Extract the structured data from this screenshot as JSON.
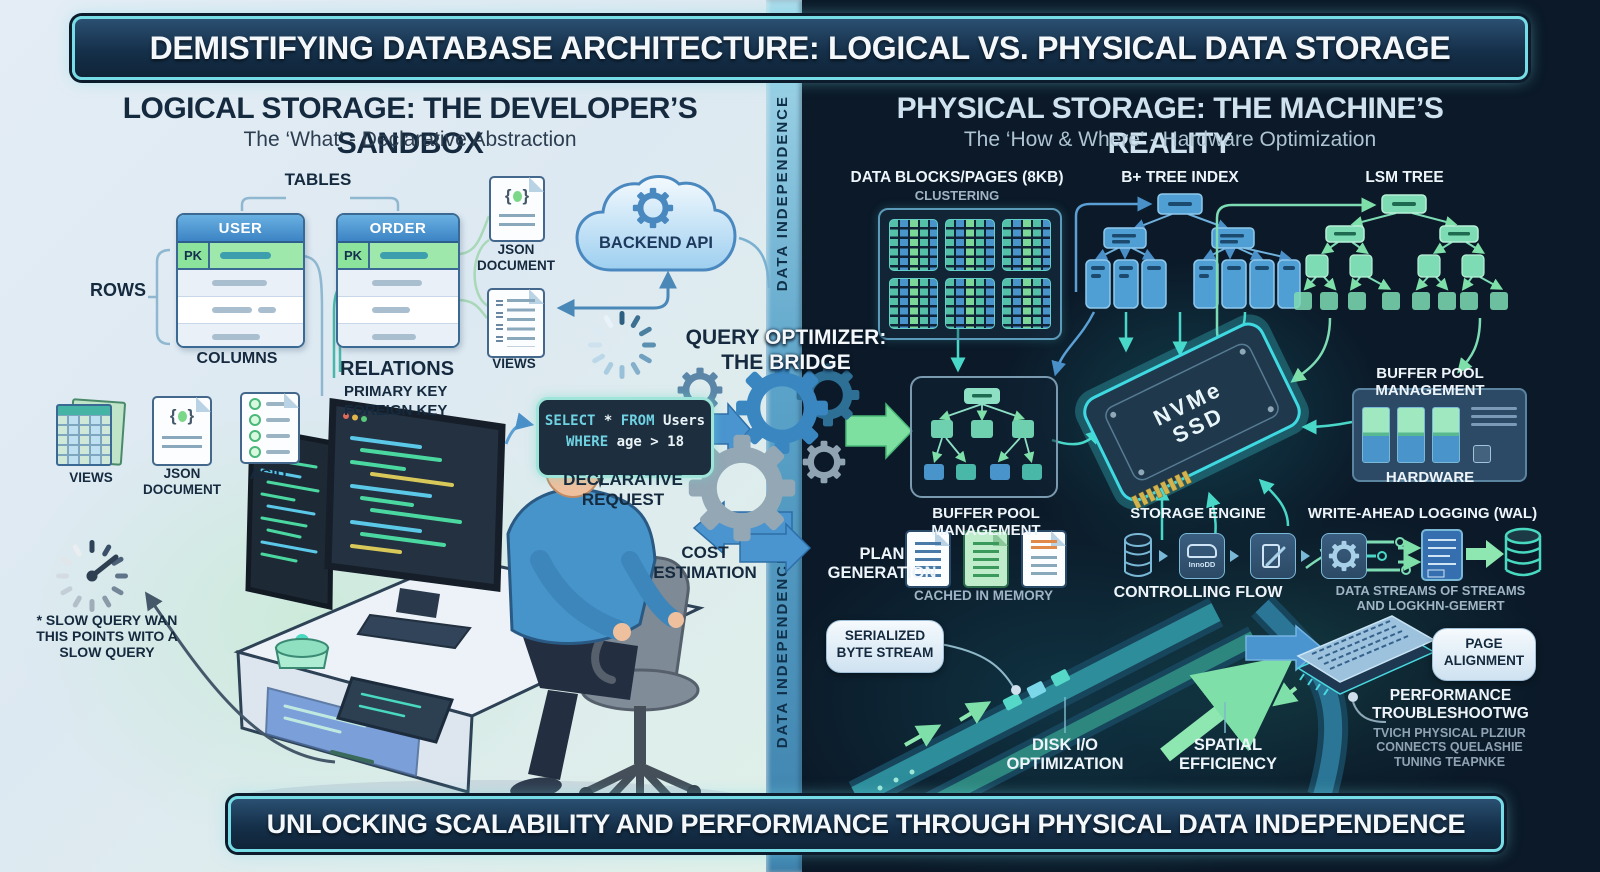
{
  "banner": {
    "top": "DEMISTIFYING DATABASE ARCHITECTURE: LOGICAL VS. PHYSICAL DATA STORAGE",
    "bottom": "UNLOCKING SCALABILITY AND PERFORMANCE THROUGH PHYSICAL DATA INDEPENDENCE"
  },
  "divider": {
    "label": "DATA INDEPENDENCE"
  },
  "left": {
    "title": "LOGICAL STORAGE: THE DEVELOPER’S SANDBOX",
    "subtitle": "The ‘What’ - Declarative Abstraction",
    "tables_label": "TABLES",
    "rows_label": "ROWS",
    "columns_label": "COLUMNS",
    "user_table": "USER",
    "order_table": "ORDER",
    "pk": "PK",
    "relations": "RELATIONS",
    "primary_key": "PRIMARY KEY",
    "foreign_key": "FOREIGN KEY",
    "json_document": "JSON DOCUMENT",
    "views": "VIEWS",
    "acid": "ACID",
    "backend_api": "BACKEND API",
    "sql": {
      "kw1": "SELECT",
      "star": "*",
      "kw2": "FROM",
      "tbl": "Users",
      "kw3": "WHERE",
      "cond": "age > 18"
    },
    "declarative_request": "DECLARATIVE REQUEST",
    "cost_estimation": "COST ESTIMATION",
    "slow_query_note": "* SLOW QUERY WAN THIS POINTS WITO A SLOW QUERY"
  },
  "center": {
    "q1": "QUERY",
    "q2": "OPTIMIZER:",
    "q3": "THE",
    "q4": "BRIDGE",
    "plan_generation": "PLAN GENERATION"
  },
  "right": {
    "title": "PHYSICAL STORAGE: THE MACHINE’S REALITY",
    "subtitle": "The ‘How & Where’ - Hardware Optimization",
    "data_blocks_title": "DATA BLOCKS/PAGES (8KB)",
    "clustering": "CLUSTERING",
    "btree_title": "B+ TREE INDEX",
    "lsm_title": "LSM TREE",
    "ssd1": "NVMe",
    "ssd2": "SSD",
    "buffer_pool": "BUFFER POOL MANAGEMENT",
    "hardware": "HARDWARE",
    "cached": "CACHED IN MEMORY",
    "storage_engine": "STORAGE ENGINE",
    "innodb": "InnoDD",
    "controlling_flow": "CONTROLLING FLOW",
    "wal_title": "WRITE-AHEAD LOGGING (WAL)",
    "wal_sub1": "DATA STREAMS OF STREAMS",
    "wal_sub2": "AND LOGKHN-GEMERT",
    "serialized1": "SERIALIZED",
    "serialized2": "BYTE STREAM",
    "disk1": "DISK I/O",
    "disk2": "OPTIMIZATION",
    "spatial1": "SPATIAL",
    "spatial2": "EFFICIENCY",
    "page1": "PAGE",
    "page2": "ALIGNMENT",
    "perf1": "PERFORMANCE",
    "perf2": "TROUBLESHOOTWG",
    "perf_sub1": "TVICH PHYSICAL PLZIUR",
    "perf_sub2": "CONNECTS QUELASHIE",
    "perf_sub3": "TUNING TEAPNKE"
  },
  "glyphs": {
    "brace_l": "{",
    "brace_r": "}"
  }
}
